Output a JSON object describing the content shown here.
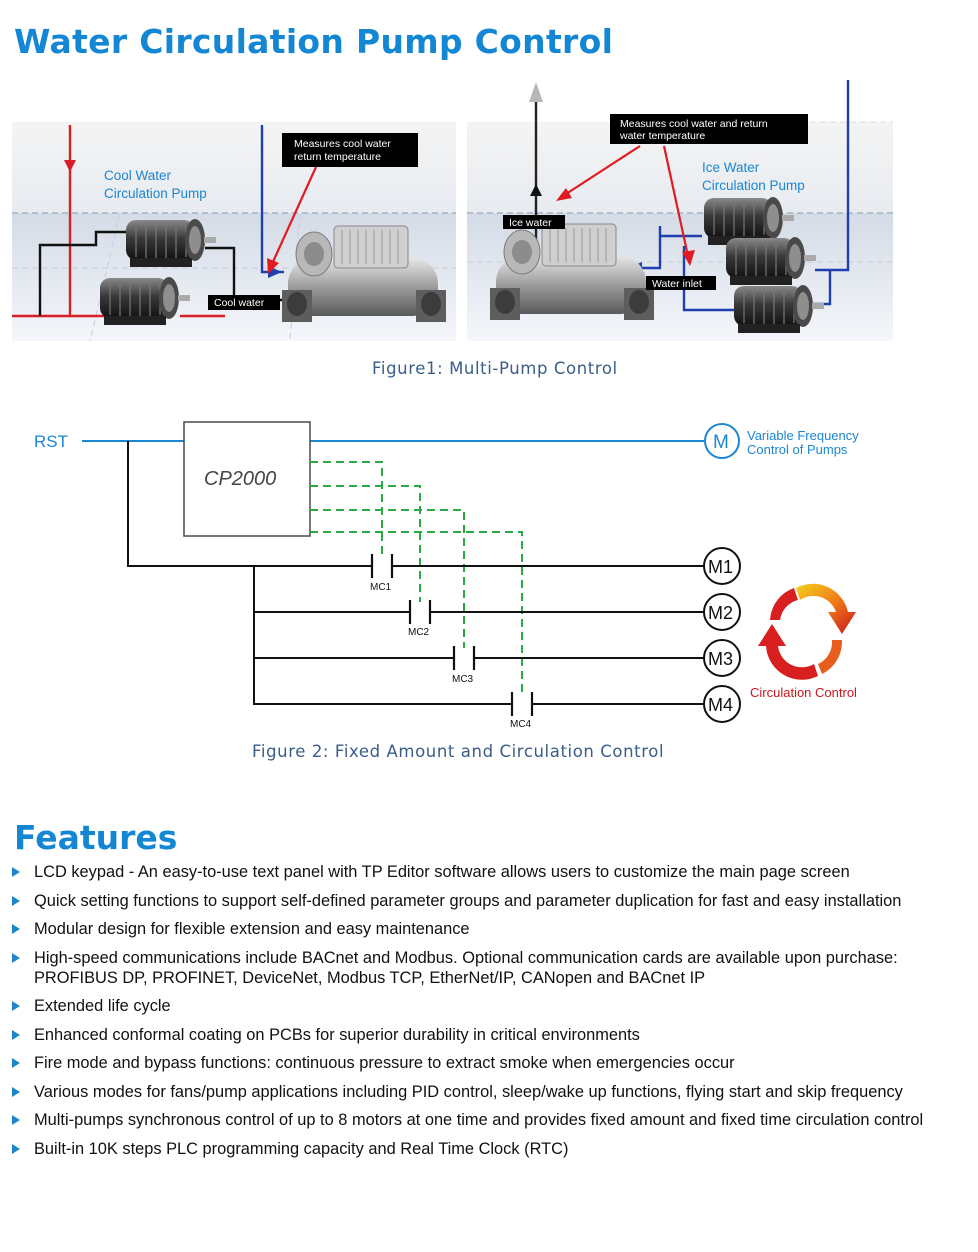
{
  "title": "Water Circulation Pump Control",
  "figure1": {
    "caption": "Figure1: Multi-Pump Control",
    "left": {
      "pump_label_line1": "Cool Water",
      "pump_label_line2": "Circulation Pump",
      "callout_line1": "Measures cool water",
      "callout_line2": "return temperature",
      "tag": "Cool water"
    },
    "right": {
      "callout_line1": "Measures cool water and return",
      "callout_line2": "water temperature",
      "pump_label_line1": "Ice Water",
      "pump_label_line2": "Circulation Pump",
      "tag_ice": "Ice water",
      "tag_inlet": "Water inlet"
    }
  },
  "figure2": {
    "caption": "Figure 2: Fixed Amount and Circulation Control",
    "rst": "RST",
    "controller": "CP2000",
    "vf_motor": "M",
    "vf_label_line1": "Variable Frequency",
    "vf_label_line2": "Control of Pumps",
    "contacts": [
      "MC1",
      "MC2",
      "MC3",
      "MC4"
    ],
    "motors": [
      "M1",
      "M2",
      "M3",
      "M4"
    ],
    "circulation_label": "Circulation Control"
  },
  "features_title": "Features",
  "features": [
    "LCD keypad - An easy-to-use text panel with TP Editor software allows users to customize the main page screen",
    "Quick setting functions to support self-defined parameter groups and parameter duplication for fast and easy installation",
    "Modular design for flexible extension and easy maintenance",
    "High-speed communications include BACnet and Modbus. Optional communication cards are available upon purchase: PROFIBUS DP, PROFINET, DeviceNet, Modbus TCP, EtherNet/IP, CANopen and BACnet IP",
    "Extended life cycle",
    "Enhanced conformal coating on PCBs for superior durability in critical environments",
    "Fire mode and bypass functions: continuous pressure to extract smoke when emergencies occur",
    "Various modes for fans/pump applications including PID control, sleep/wake up functions, flying start and skip frequency",
    "Multi-pumps synchronous control of up to 8 motors at one time and provides fixed amount and fixed time circulation control",
    "Built-in 10K steps PLC programming capacity and Real Time Clock (RTC)"
  ]
}
